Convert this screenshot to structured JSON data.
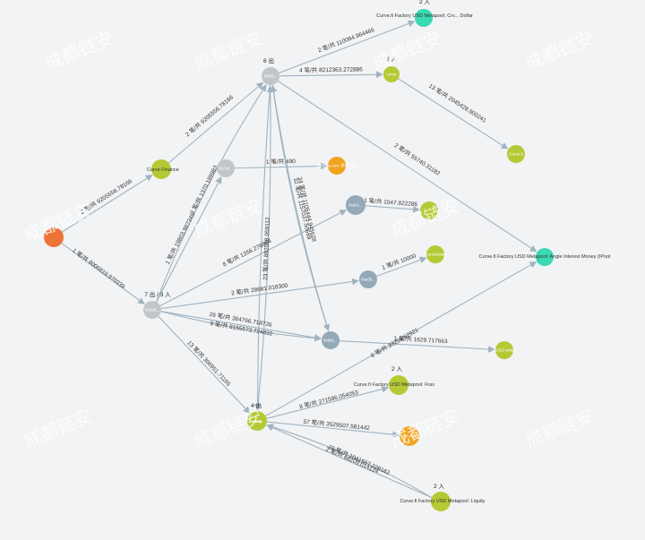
{
  "colors": {
    "green": "#b5c934",
    "gray": "#c3c6c9",
    "blue_gray": "#94a9b8",
    "orange_red": "#ee7339",
    "orange": "#f0a31e",
    "teal": "#39d9b1",
    "edge": "#9fb3c0",
    "background": "#f2f3f5"
  },
  "watermark": "成都链安",
  "nodes": [
    {
      "id": "n_curve_factory_crv_dollar",
      "color": "teal",
      "label": "Curve.fi Factory USD Metapool: Crv... Dollar",
      "count_label": "2 入",
      "inner": ""
    },
    {
      "id": "n_top_hub",
      "color": "gray",
      "label": "",
      "count_label": "6 出",
      "inner": "0xf89..."
    },
    {
      "id": "n_curve_small",
      "color": "green",
      "label": "",
      "count_label": "2 入",
      "inner": "curve"
    },
    {
      "id": "n_curve_finance",
      "color": "green",
      "label": "Curve Finance",
      "count_label": "",
      "inner": ""
    },
    {
      "id": "n_curve_bottom_right",
      "color": "green",
      "label": "",
      "count_label": "",
      "inner": "Curve.fi"
    },
    {
      "id": "n_gray_mid",
      "color": "gray",
      "label": "",
      "count_label": "",
      "inner": "0x78d..."
    },
    {
      "id": "n_orange_mid",
      "color": "orange",
      "label": "",
      "count_label": "",
      "inner": "0xf1f1a.com: 黑客地址"
    },
    {
      "id": "n_source",
      "color": "orange_red",
      "label": "",
      "count_label": "",
      "inner": ""
    },
    {
      "id": "n_bluegray_upper",
      "color": "blue_gray",
      "label": "",
      "count_label": "",
      "inner": "0xd61..."
    },
    {
      "id": "n_green_upper_right",
      "color": "green",
      "label": "",
      "count_label": "",
      "inner": ""
    },
    {
      "id": "n_green_right2",
      "color": "green",
      "label": "",
      "count_label": "",
      "inner": "CurveSwap"
    },
    {
      "id": "n_curve_factory_anglo",
      "color": "teal",
      "label": "Curve.fi Factory USD Metapool: Angle Interest Money (IPool",
      "count_label": "",
      "inner": ""
    },
    {
      "id": "n_bluegray_mid",
      "color": "blue_gray",
      "label": "",
      "count_label": "",
      "inner": "0xa36..."
    },
    {
      "id": "n_hub_left",
      "color": "gray",
      "label": "",
      "count_label": "7 出 / 3 入",
      "inner": "0x6d9..."
    },
    {
      "id": "n_bluegray_lower",
      "color": "blue_gray",
      "label": "",
      "count_label": "",
      "inner": "0xd81..."
    },
    {
      "id": "n_green_far_right",
      "color": "green",
      "label": "",
      "count_label": "",
      "inner": "dUSD swap"
    },
    {
      "id": "n_curve_factory_frax",
      "color": "green",
      "label": "Curve.fi Factory USD Metapool: Frax",
      "count_label": "2 入",
      "inner": ""
    },
    {
      "id": "n_hub_bottom",
      "color": "green",
      "label": "",
      "count_label": "4 出",
      "inner": "curve"
    },
    {
      "id": "n_orange_bottom",
      "color": "orange",
      "label": "",
      "count_label": "",
      "inner": "0x8...alk"
    },
    {
      "id": "n_curve_factory_liquity",
      "color": "green",
      "label": "Curve.fi Factory USD Metapool: Liquity",
      "count_label": "2 入",
      "inner": ""
    }
  ],
  "edges": [
    {
      "from": "n_top_hub",
      "to": "n_curve_factory_crv_dollar",
      "label": "2 笔/共 110084.964466"
    },
    {
      "from": "n_top_hub",
      "to": "n_curve_small",
      "label": "4 笔/共 8212363.272886"
    },
    {
      "from": "n_curve_small",
      "to": "n_curve_bottom_right",
      "label": "13 笔/共 2045428.900241"
    },
    {
      "from": "n_curve_finance",
      "to": "n_top_hub",
      "label": "2 笔/共 9205556.78166"
    },
    {
      "from": "n_top_hub",
      "to": "n_curve_factory_anglo",
      "label": "2 笔/共 55740.31182"
    },
    {
      "from": "n_source",
      "to": "n_curve_finance",
      "label": "2 笔/共 9205556.78166"
    },
    {
      "from": "n_source",
      "to": "n_hub_left",
      "label": "1 笔/共 8006819.970339"
    },
    {
      "from": "n_gray_mid",
      "to": "n_orange_mid",
      "label": "1 笔/共 490"
    },
    {
      "from": "n_hub_left",
      "to": "n_gray_mid",
      "label": "1 笔/共 19803.987349"
    },
    {
      "from": "n_top_hub",
      "to": "n_bluegray_lower",
      "label": "32 笔/共 1157037.50689"
    },
    {
      "from": "n_bluegray_lower",
      "to": "n_top_hub",
      "label": "34 笔/共 1105444.945628"
    },
    {
      "from": "n_hub_left",
      "to": "n_bluegray_upper",
      "label": "8 笔/共 1356.276864"
    },
    {
      "from": "n_bluegray_upper",
      "to": "n_green_upper_right",
      "label": "1 笔/共 1047.822286"
    },
    {
      "from": "n_hub_left",
      "to": "n_top_hub",
      "label": "3 笔/共 1370.189983"
    },
    {
      "from": "n_hub_bottom",
      "to": "n_top_hub",
      "label": "23 笔/共 882058.958112"
    },
    {
      "from": "n_bluegray_mid",
      "to": "n_green_right2",
      "label": "1 笔/共 10000"
    },
    {
      "from": "n_hub_left",
      "to": "n_bluegray_mid",
      "label": "2 笔/共 28681.018300"
    },
    {
      "from": "n_hub_left",
      "to": "n_bluegray_lower",
      "label": "26 笔/共 364766.718726"
    },
    {
      "from": "n_hub_left",
      "to": "n_bluegray_lower",
      "label": "9 笔/共 8155573.724832"
    },
    {
      "from": "n_bluegray_lower",
      "to": "n_green_far_right",
      "label": "1 笔/共 1629.717663"
    },
    {
      "from": "n_hub_left",
      "to": "n_hub_bottom",
      "label": "13 笔/共 306951.71165"
    },
    {
      "from": "n_hub_bottom",
      "to": "n_curve_factory_anglo",
      "label": "6 笔/共 33259.62921"
    },
    {
      "from": "n_hub_bottom",
      "to": "n_curve_factory_frax",
      "label": "8 笔/共 271596.054053"
    },
    {
      "from": "n_hub_bottom",
      "to": "n_orange_bottom",
      "label": "57 笔/共 3529507.581442"
    },
    {
      "from": "n_curve_factory_liquity",
      "to": "n_hub_bottom",
      "label": "10 笔/共 1041567.228162"
    },
    {
      "from": "n_curve_factory_liquity",
      "to": "n_hub_bottom",
      "label": "2 笔/共 68209.014124"
    },
    {
      "from": "n_top_hub",
      "to": "n_hub_bottom",
      "label": ""
    }
  ]
}
